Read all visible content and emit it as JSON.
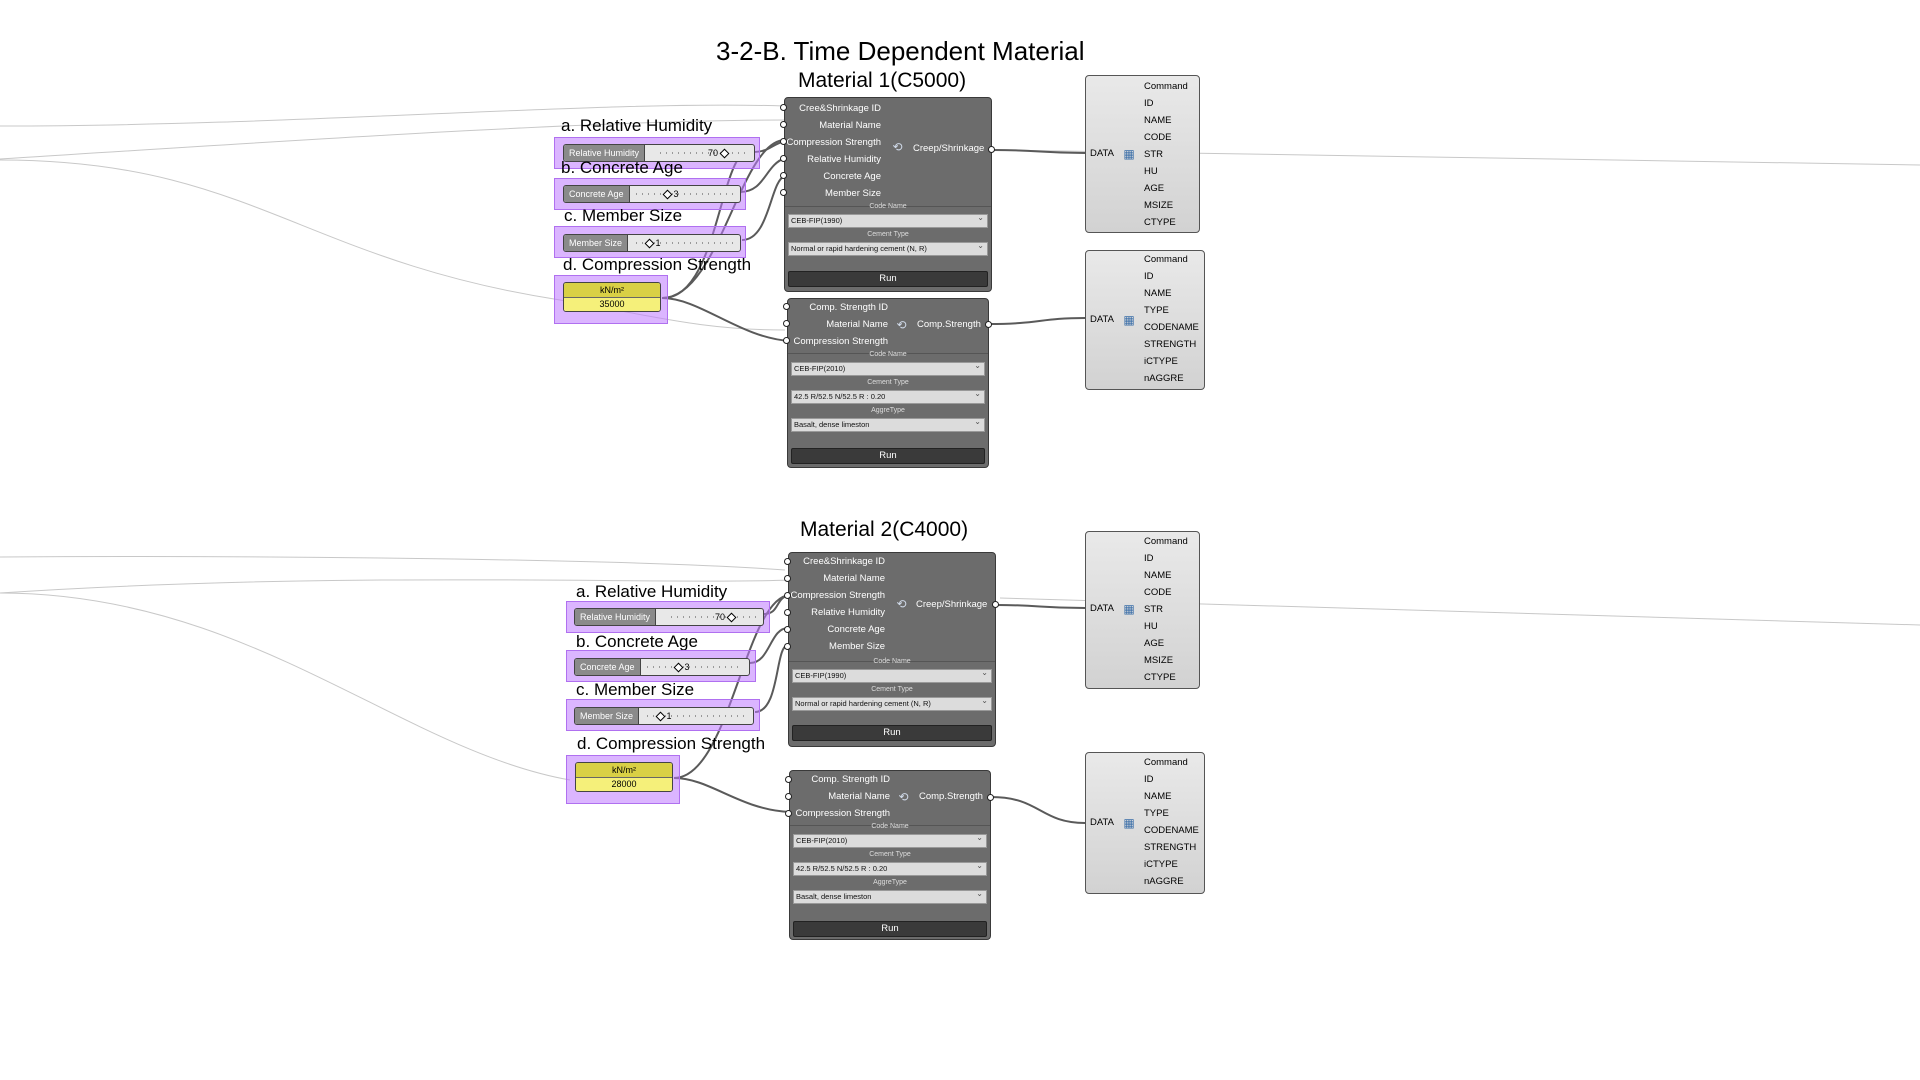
{
  "page_title": "3-2-B. Time Dependent Material",
  "materials": [
    {
      "title": "Material 1(C5000)",
      "sliders": [
        {
          "label": "a. Relative Humidity",
          "name": "Relative Humidity",
          "value": "70"
        },
        {
          "label": "b. Concrete Age",
          "name": "Concrete Age",
          "value": "3"
        },
        {
          "label": "c. Member Size",
          "name": "Member Size",
          "value": "1"
        }
      ],
      "strength": {
        "label": "d. Compression Strength",
        "unit": "kN/m²",
        "value": "35000"
      },
      "creep_node": {
        "inputs": [
          "Cree&Shrinkage ID",
          "Material Name",
          "Compression Strength",
          "Relative Humidity",
          "Concrete Age",
          "Member Size"
        ],
        "output": "Creep/Shrinkage",
        "code_header": "Code Name",
        "code_value": "CEB-FIP(1990)",
        "cement_header": "Cement Type",
        "cement_value": "Normal or rapid hardening cement (N, R)",
        "run": "Run"
      },
      "strength_node": {
        "inputs": [
          "Comp. Strength ID",
          "Material Name",
          "Compression Strength"
        ],
        "output": "Comp.Strength",
        "code_header": "Code Name",
        "code_value": "CEB-FIP(2010)",
        "cement_header": "Cement Type",
        "cement_value": "42.5 R/52.5 N/52.5 R : 0.20",
        "aggre_header": "AggreType",
        "aggre_value": "Basalt, dense limeston",
        "run": "Run"
      },
      "data_creep": {
        "label": "DATA",
        "items": [
          "Command",
          "ID",
          "NAME",
          "CODE",
          "STR",
          "HU",
          "AGE",
          "MSIZE",
          "CTYPE"
        ]
      },
      "data_strength": {
        "label": "DATA",
        "items": [
          "Command",
          "ID",
          "NAME",
          "TYPE",
          "CODENAME",
          "STRENGTH",
          "iCTYPE",
          "nAGGRE"
        ]
      }
    },
    {
      "title": "Material 2(C4000)",
      "sliders": [
        {
          "label": "a. Relative Humidity",
          "name": "Relative Humidity",
          "value": "70"
        },
        {
          "label": "b. Concrete Age",
          "name": "Concrete Age",
          "value": "3"
        },
        {
          "label": "c. Member Size",
          "name": "Member Size",
          "value": "1"
        }
      ],
      "strength": {
        "label": "d. Compression Strength",
        "unit": "kN/m²",
        "value": "28000"
      },
      "creep_node": {
        "inputs": [
          "Cree&Shrinkage ID",
          "Material Name",
          "Compression Strength",
          "Relative Humidity",
          "Concrete Age",
          "Member Size"
        ],
        "output": "Creep/Shrinkage",
        "code_header": "Code Name",
        "code_value": "CEB-FIP(1990)",
        "cement_header": "Cement Type",
        "cement_value": "Normal or rapid hardening cement (N, R)",
        "run": "Run"
      },
      "strength_node": {
        "inputs": [
          "Comp. Strength ID",
          "Material Name",
          "Compression Strength"
        ],
        "output": "Comp.Strength",
        "code_header": "Code Name",
        "code_value": "CEB-FIP(2010)",
        "cement_header": "Cement Type",
        "cement_value": "42.5 R/52.5 N/52.5 R : 0.20",
        "aggre_header": "AggreType",
        "aggre_value": "Basalt, dense limeston",
        "run": "Run"
      },
      "data_creep": {
        "label": "DATA",
        "items": [
          "Command",
          "ID",
          "NAME",
          "CODE",
          "STR",
          "HU",
          "AGE",
          "MSIZE",
          "CTYPE"
        ]
      },
      "data_strength": {
        "label": "DATA",
        "items": [
          "Command",
          "ID",
          "NAME",
          "TYPE",
          "CODENAME",
          "STRENGTH",
          "iCTYPE",
          "nAGGRE"
        ]
      }
    }
  ]
}
